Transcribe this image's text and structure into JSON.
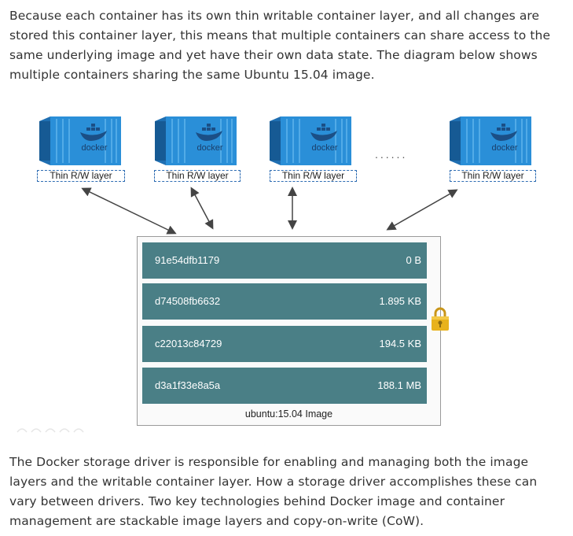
{
  "paragraphs": {
    "top": "Because each container has its own thin writable container layer, and all changes are stored this container layer, this means that multiple containers can share access to the same underlying image and yet have their own data state. The diagram below shows multiple containers sharing the same Ubuntu 15.04 image.",
    "bottom": "The Docker storage driver is responsible for enabling and managing both the image layers and the writable container layer. How a storage driver accomplishes these can vary between drivers. Two key technologies behind Docker image and container management are stackable image layers and copy-on-write (CoW)."
  },
  "diagram": {
    "containers": [
      {
        "logo_text": "docker",
        "layer_label": "Thin R/W layer"
      },
      {
        "logo_text": "docker",
        "layer_label": "Thin R/W layer"
      },
      {
        "logo_text": "docker",
        "layer_label": "Thin R/W layer"
      },
      {
        "logo_text": "docker",
        "layer_label": "Thin R/W layer"
      }
    ],
    "ellipsis": "......",
    "image_layers": [
      {
        "id": "91e54dfb1179",
        "size": "0 B"
      },
      {
        "id": "d74508fb6632",
        "size": "1.895 KB"
      },
      {
        "id": "c22013c84729",
        "size": "194.5 KB"
      },
      {
        "id": "d3a1f33e8a5a",
        "size": "188.1 MB"
      }
    ],
    "image_caption": "ubuntu:15.04 Image",
    "icons": [
      "container-icon",
      "lock-icon",
      "arrow-icon"
    ],
    "colors": {
      "container_blue": "#2a8fd8",
      "layer_teal": "#4a7f86",
      "label_border": "#2f6db3",
      "lock_gold": "#e8b21c"
    }
  }
}
